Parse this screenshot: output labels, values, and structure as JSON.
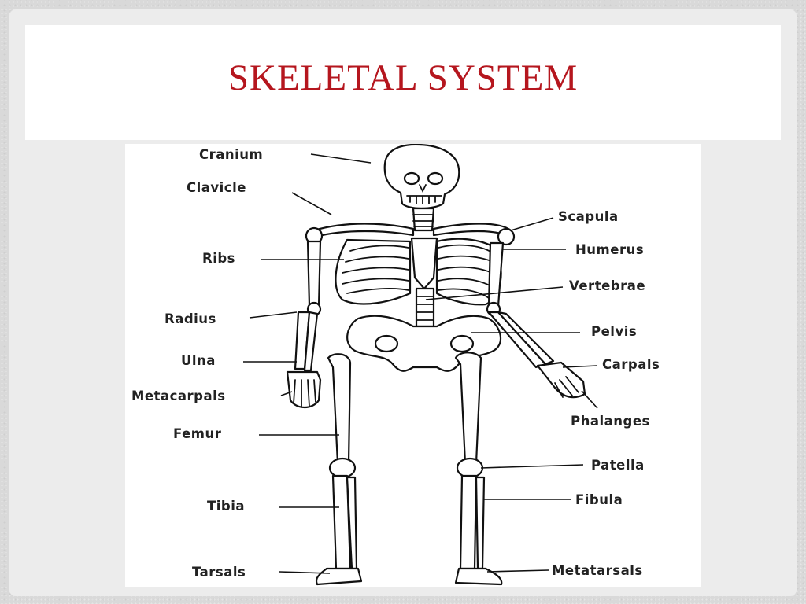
{
  "slide": {
    "title": "SKELETAL SYSTEM"
  },
  "diagram": {
    "labels": {
      "cranium": "Cranium",
      "clavicle": "Clavicle",
      "ribs": "Ribs",
      "radius": "Radius",
      "ulna": "Ulna",
      "metacarpals": "Metacarpals",
      "femur": "Femur",
      "tibia": "Tibia",
      "tarsals": "Tarsals",
      "scapula": "Scapula",
      "humerus": "Humerus",
      "vertebrae": "Vertebrae",
      "pelvis": "Pelvis",
      "carpals": "Carpals",
      "phalanges": "Phalanges",
      "patella": "Patella",
      "fibula": "Fibula",
      "metatarsals": "Metatarsals"
    },
    "colors": {
      "title": "#b5161e",
      "line": "#111111"
    }
  }
}
